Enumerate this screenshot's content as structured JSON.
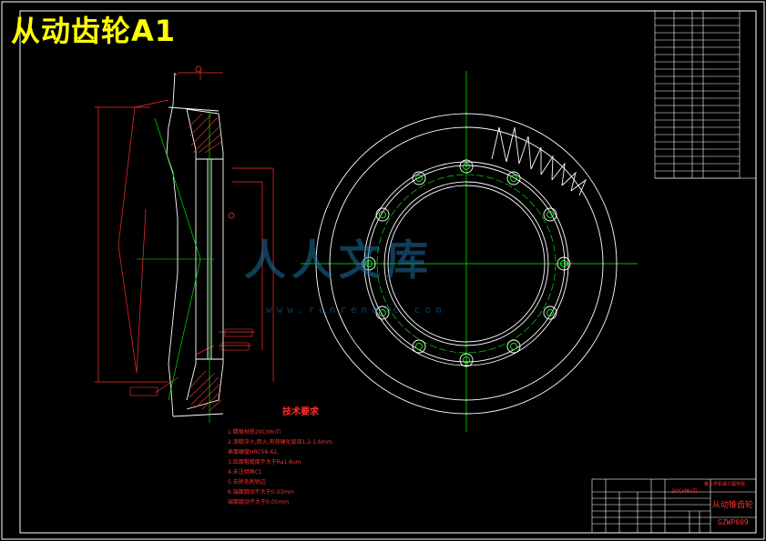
{
  "drawing_title": "从动齿轮A1",
  "watermark": {
    "brand": "人人文库",
    "url": "www.renrendoc.com"
  },
  "technical_requirements": {
    "title": "技术要求",
    "items": [
      "1.精锻材质20CrMnTi",
      "2.渗碳淬火,回火,有效硬化层深1.2-1.6mm,",
      "  表面硬度HRC58-62,",
      "3.齿面粗糙度不大于Ra1.6um",
      "4.未注倒角C1",
      "5.去除毛刺锐边",
      "6.端面跳动不大于0.03mm",
      "  端面跳动不大于0.05mm"
    ]
  },
  "title_block": {
    "part_name": "从动锥齿轮",
    "drawing_code": "GZWP009",
    "standard": "20CrMnTi",
    "organization": "某大学机械工程学院"
  },
  "colors": {
    "background": "#000000",
    "outline": "#ffffff",
    "centerline": "#00ff00",
    "dimension": "#ff3030",
    "title": "#ffff00",
    "watermark": "#1e6fa0",
    "hatch": "#ff3030"
  }
}
